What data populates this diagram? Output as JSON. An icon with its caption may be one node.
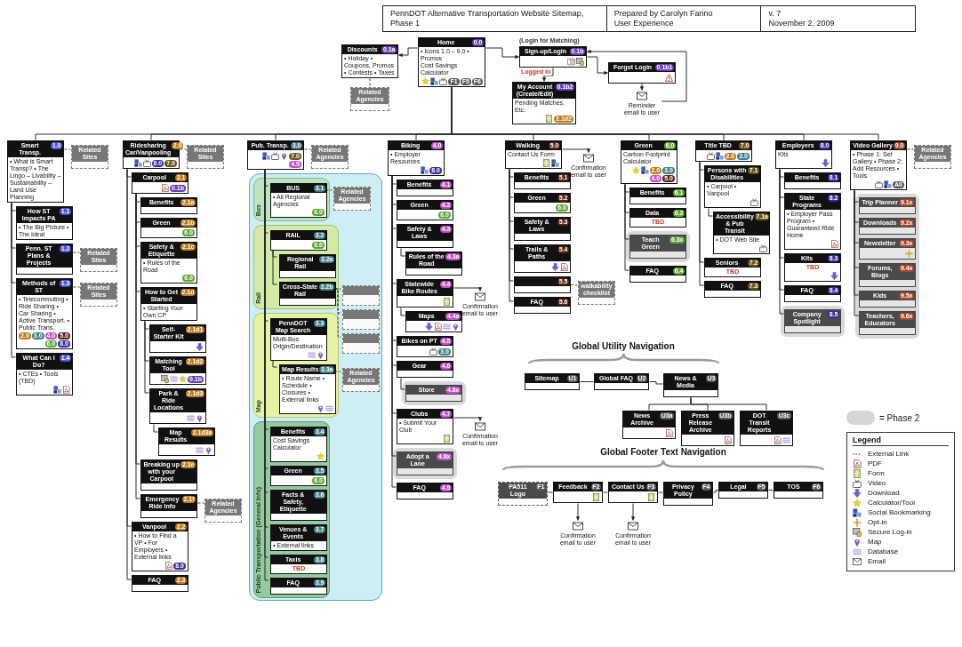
{
  "diagram": {
    "title": "PennDOT Alternative Transportation Website Sitemap, Phase 1",
    "nodes": [
      {
        "text": [
          "Home",
          "0.0",
          "• Icons 1.0 – 9.0 • Promos",
          "Cost Savings Calculator",
          "F1",
          "F5",
          "F6"
        ]
      },
      {
        "text": [
          "Discounts",
          "0.1a",
          "• Holiday • Coupons, Promos • Contests • Taxes"
        ]
      },
      {
        "text": [
          "Related Agencies"
        ]
      },
      {
        "text": [
          "Sign-up/Login",
          "0.1b"
        ],
        "beside": [
          "(Login for Matching)"
        ]
      },
      {
        "text": [
          "Forgot Login",
          "0.1b1"
        ]
      },
      {
        "text": [
          "My Account (Create/Edit)",
          "0.1b2",
          "Pending Matches, Etc.",
          "2.1d2"
        ]
      },
      {
        "text": [
          "Reminder email to user"
        ]
      },
      {
        "text": [
          "Smart Transp.",
          "1.0",
          "• What is Smart Transp? • The Lingo – Livability – Sustainability – Land Use Planning"
        ]
      },
      {
        "text": [
          "Related Sites"
        ]
      },
      {
        "text": [
          "How ST Impacts PA",
          "1.1",
          "• The Big Picture • The Ideal"
        ]
      },
      {
        "text": [
          "Penn. ST Plans & Projects",
          "1.2"
        ]
      },
      {
        "text": [
          "Related Sites"
        ]
      },
      {
        "text": [
          "Methods of ST",
          "1.3",
          "• Telecommuting • Ride Sharing • Car Sharing • Active Transport. • Public Trans.",
          "2.0",
          "3.0",
          "4.0",
          "5.0",
          "6.0",
          "8.0"
        ]
      },
      {
        "text": [
          "Related Sites"
        ]
      },
      {
        "text": [
          "What Can I Do?",
          "1.4",
          "• CTEs • Tools (TBD)"
        ]
      },
      {
        "text": [
          "Ridesharing Car/Vanpooling",
          "2.0",
          "8.0",
          "7.0"
        ]
      },
      {
        "text": [
          "Related Sites"
        ]
      },
      {
        "text": [
          "Carpool",
          "2.1",
          "0.1b"
        ]
      },
      {
        "text": [
          "Benefits",
          "2.1a"
        ]
      },
      {
        "text": [
          "Green",
          "2.1b",
          "6.0"
        ]
      },
      {
        "text": [
          "Safety & Etiquette",
          "2.1c",
          "• Rules of the Road",
          "6.0"
        ]
      },
      {
        "text": [
          "How to Get Started",
          "2.1d",
          "• Starting Your Own CP"
        ]
      },
      {
        "text": [
          "Self-Starter Kit",
          "2.1d1"
        ]
      },
      {
        "text": [
          "Matching Tool",
          "2.1d2",
          "0.1b"
        ]
      },
      {
        "text": [
          "Park & Ride Locations",
          "2.1d3"
        ]
      },
      {
        "text": [
          "Map Results",
          "2.1d3a"
        ]
      },
      {
        "text": [
          "Breaking up with your Carpool",
          "2.1e"
        ]
      },
      {
        "text": [
          "Emergency Ride Info",
          "2.1f"
        ]
      },
      {
        "text": [
          "Related Agencies"
        ]
      },
      {
        "text": [
          "Vanpool",
          "2.2",
          "• How to Find a VP • For Employers • External links",
          "8.0"
        ]
      },
      {
        "text": [
          "FAQ",
          "2.3"
        ]
      },
      {
        "text": [
          "Pub. Transp.",
          "3.0",
          "7.0",
          "4.5"
        ]
      },
      {
        "text": [
          "Related Agencies"
        ]
      },
      {
        "text": [],
        "shape": "band"
      },
      {
        "text": [
          "Bus"
        ],
        "in": 33
      },
      {
        "text": [
          "BUS",
          "3.1",
          "• All Regional Agencies",
          "6.0"
        ],
        "in": 34
      },
      {
        "text": [
          "Related Agencies"
        ],
        "in": 33
      },
      {
        "text": [
          "Rail"
        ],
        "in": 33
      },
      {
        "text": [
          "RAIL",
          "3.2",
          "6.0"
        ],
        "in": 37
      },
      {
        "text": [
          "Regional Rail",
          "3.2a"
        ],
        "in": 37
      },
      {
        "text": [
          "Cross-State Rail",
          "3.2b"
        ],
        "in": 37
      },
      {
        "text": [],
        "shape": "box",
        "in": 33
      },
      {
        "text": [],
        "shape": "box",
        "in": 33
      },
      {
        "text": [],
        "shape": "box",
        "in": 33
      },
      {
        "text": [
          "Map"
        ],
        "in": 33
      },
      {
        "text": [
          "PennDOT Map Search",
          "3.3",
          "Multi-Bus Origin/Destination"
        ],
        "in": 44
      },
      {
        "text": [
          "Map Results",
          "3.3a",
          "• Route Name • Schedule • Closures • External links"
        ],
        "in": 44
      },
      {
        "text": [
          "Related Agencies"
        ],
        "in": 33
      },
      {
        "text": [
          "Public Transportation (General Info)"
        ],
        "in": 33
      },
      {
        "text": [
          "Benefits",
          "3.4",
          "Cost Savings Calculator"
        ],
        "in": 48
      },
      {
        "text": [
          "Green",
          "3.5",
          "6.0"
        ],
        "in": 48
      },
      {
        "text": [
          "Facts & Safety, Etiquette",
          "3.6"
        ],
        "in": 48
      },
      {
        "text": [
          "Venues & Events",
          "3.7",
          "• External links"
        ],
        "in": 48
      },
      {
        "text": [
          "Taxis",
          "3.8",
          "TBD"
        ],
        "in": 48
      },
      {
        "text": [
          "FAQ",
          "3.9"
        ],
        "in": 48
      },
      {
        "text": [
          "Biking",
          "4.0",
          "• Employer Resources",
          "8.0"
        ]
      },
      {
        "text": [
          "Benefits",
          "4.1"
        ]
      },
      {
        "text": [
          "Green",
          "4.2",
          "6.0"
        ]
      },
      {
        "text": [
          "Safety & Laws",
          "4.3"
        ]
      },
      {
        "text": [
          "Rules of the Road",
          "4.3a"
        ]
      },
      {
        "text": [
          "Statewide Bike Routes",
          "4.4"
        ]
      },
      {
        "text": [
          "Confirmation email to user"
        ]
      },
      {
        "text": [
          "Maps",
          "4.4a"
        ]
      },
      {
        "text": [
          "Bikes on PT",
          "4.5",
          "3.0"
        ]
      },
      {
        "text": [
          "Gear",
          "4.6"
        ]
      },
      {
        "text": [],
        "shape": "band"
      },
      {
        "text": [
          "Store",
          "4.6x"
        ],
        "in": 65
      },
      {
        "text": [
          "Clubs",
          "4.7",
          "• Submit Your Club"
        ]
      },
      {
        "text": [
          "Confirmation email to user"
        ]
      },
      {
        "text": [],
        "shape": "band"
      },
      {
        "text": [
          "Adopt a Lane",
          "4.8x"
        ],
        "in": 69
      },
      {
        "text": [
          "FAQ",
          "4.9"
        ]
      },
      {
        "text": [
          "Walking",
          "5.0",
          "Contact Us Form"
        ]
      },
      {
        "text": [
          "Confirmation email to user"
        ]
      },
      {
        "text": [
          "Benefits",
          "5.1"
        ]
      },
      {
        "text": [
          "Green",
          "5.2",
          "6.0"
        ]
      },
      {
        "text": [
          "Safety & Laws",
          "5.3"
        ]
      },
      {
        "text": [
          "Trails & Paths",
          "5.4"
        ]
      },
      {
        "text": [
          "5.5"
        ]
      },
      {
        "text": [
          "walkability checklist"
        ]
      },
      {
        "text": [
          "FAQ",
          "5.6"
        ]
      },
      {
        "text": [
          "Green",
          "6.0",
          "Carbon Footprint Calculator",
          "2.0",
          "3.0",
          "4.0",
          "5.0"
        ]
      },
      {
        "text": [
          "Benefits",
          "6.1"
        ]
      },
      {
        "text": [
          "Data",
          "6.2",
          "TBD"
        ]
      },
      {
        "text": [],
        "shape": "band"
      },
      {
        "text": [
          "Teach Green",
          "6.3x"
        ],
        "in": 84
      },
      {
        "text": [
          "FAQ",
          "6.4"
        ]
      },
      {
        "text": [
          "Title TBD",
          "7.0",
          "2.0",
          "3.0"
        ]
      },
      {
        "text": [
          "Persons with Disabilities",
          "7.1",
          "• Carpool • Vanpool"
        ]
      },
      {
        "text": [
          "Accessibility & Pub Transit",
          "7.1a",
          "• DOT Web Site"
        ]
      },
      {
        "text": [
          "Seniors",
          "7.2",
          "TBD"
        ]
      },
      {
        "text": [
          "FAQ",
          "7.3"
        ]
      },
      {
        "text": [
          "Employers",
          "8.0",
          "Kits"
        ]
      },
      {
        "text": [
          "Benefits",
          "8.1"
        ]
      },
      {
        "text": [
          "State Programs",
          "8.2",
          "• Employer Pass Program • Guaranteed Ride Home"
        ]
      },
      {
        "text": [
          "Kits",
          "8.3",
          "TBD"
        ]
      },
      {
        "text": [
          "FAQ",
          "8.4"
        ]
      },
      {
        "text": [],
        "shape": "band"
      },
      {
        "text": [
          "Company Spotlight",
          "8.5"
        ],
        "in": 97
      },
      {
        "text": [
          "Video Gallery",
          "9.0",
          "• Phase 1: Set Gallery • Phase 2: Add Resources • Tools",
          "All"
        ]
      },
      {
        "text": [
          "Related Agencies"
        ]
      },
      {
        "text": [],
        "shape": "band"
      },
      {
        "text": [
          "Trip Planner",
          "9.1x"
        ],
        "in": 101
      },
      {
        "text": [
          "Downloads",
          "9.2x"
        ],
        "in": 101
      },
      {
        "text": [
          "Newsletter",
          "9.3x"
        ],
        "in": 101
      },
      {
        "text": [
          "Forums, Blogs",
          "9.4x"
        ],
        "in": 101
      },
      {
        "text": [
          "Kids",
          "9.5x"
        ],
        "in": 101
      },
      {
        "text": [
          "Teachers, Educators",
          "9.6x"
        ],
        "in": 101
      },
      {
        "text": [
          "Sitemap",
          "U1"
        ]
      },
      {
        "text": [
          "Global FAQ",
          "U2"
        ]
      },
      {
        "text": [
          "News & Media",
          "U3"
        ]
      },
      {
        "text": [
          "News Archive",
          "U3a"
        ]
      },
      {
        "text": [
          "Press Release Archive",
          "U3b"
        ]
      },
      {
        "text": [
          "DOT Transit Reports",
          "U3c"
        ]
      },
      {
        "text": [
          "PA511 Logo",
          "F1"
        ]
      },
      {
        "text": [
          "Feedback",
          "F2"
        ]
      },
      {
        "text": [
          "Confirmation email to user"
        ]
      },
      {
        "text": [
          "Contact Us",
          "F3"
        ]
      },
      {
        "text": [
          "Confirmation email to user"
        ]
      },
      {
        "text": [
          "Privacy Policy",
          "F4"
        ]
      },
      {
        "text": [
          "Legal",
          "F5"
        ]
      },
      {
        "text": [
          "TOS",
          "F6"
        ]
      }
    ],
    "edges": [
      {
        "from": 0,
        "to": 1,
        "arrow": "to"
      },
      {
        "from": 1,
        "to": 2,
        "arrow": "none",
        "style": "dashed"
      },
      {
        "from": 0,
        "to": 3,
        "arrow": "to"
      },
      {
        "from": 3,
        "to": 4,
        "arrow": "to"
      },
      {
        "from": 4,
        "to": 6,
        "arrow": "to"
      },
      {
        "from": 6,
        "to": 3,
        "arrow": "to"
      },
      {
        "from": 3,
        "to": 5,
        "arrow": "to",
        "label": "Logged In"
      },
      {
        "from": 0,
        "to": 7,
        "arrow": "none"
      },
      {
        "from": 0,
        "to": 15,
        "arrow": "none"
      },
      {
        "from": 0,
        "to": 31,
        "arrow": "none"
      },
      {
        "from": 0,
        "to": 55,
        "arrow": "none"
      },
      {
        "from": 0,
        "to": 72,
        "arrow": "none"
      },
      {
        "from": 0,
        "to": 81,
        "arrow": "none"
      },
      {
        "from": 0,
        "to": 87,
        "arrow": "none"
      },
      {
        "from": 0,
        "to": 92,
        "arrow": "none"
      },
      {
        "from": 0,
        "to": 99,
        "arrow": "none"
      },
      {
        "from": 7,
        "to": 8,
        "arrow": "none",
        "style": "dashed"
      },
      {
        "from": 7,
        "to": 9,
        "arrow": "none"
      },
      {
        "from": 7,
        "to": 10,
        "arrow": "none"
      },
      {
        "from": 10,
        "to": 11,
        "arrow": "none",
        "style": "dashed"
      },
      {
        "from": 7,
        "to": 12,
        "arrow": "none"
      },
      {
        "from": 12,
        "to": 13,
        "arrow": "none",
        "style": "dashed"
      },
      {
        "from": 7,
        "to": 14,
        "arrow": "none"
      },
      {
        "from": 15,
        "to": 16,
        "arrow": "none",
        "style": "dashed"
      },
      {
        "from": 15,
        "to": 17,
        "arrow": "none"
      },
      {
        "from": 17,
        "to": 18,
        "arrow": "none"
      },
      {
        "from": 17,
        "to": 19,
        "arrow": "none"
      },
      {
        "from": 17,
        "to": 20,
        "arrow": "none"
      },
      {
        "from": 17,
        "to": 21,
        "arrow": "none"
      },
      {
        "from": 21,
        "to": 22,
        "arrow": "none"
      },
      {
        "from": 21,
        "to": 23,
        "arrow": "none"
      },
      {
        "from": 21,
        "to": 24,
        "arrow": "none"
      },
      {
        "from": 24,
        "to": 25,
        "arrow": "none"
      },
      {
        "from": 17,
        "to": 26,
        "arrow": "none"
      },
      {
        "from": 17,
        "to": 27,
        "arrow": "none"
      },
      {
        "from": 27,
        "to": 28,
        "arrow": "none",
        "style": "dashed"
      },
      {
        "from": 15,
        "to": 29,
        "arrow": "none"
      },
      {
        "from": 15,
        "to": 30,
        "arrow": "none"
      },
      {
        "from": 31,
        "to": 32,
        "arrow": "none",
        "style": "dashed"
      },
      {
        "from": 31,
        "to": 35,
        "arrow": "none"
      },
      {
        "from": 35,
        "to": 36,
        "arrow": "none",
        "style": "dashed"
      },
      {
        "from": 31,
        "to": 38,
        "arrow": "none"
      },
      {
        "from": 38,
        "to": 39,
        "arrow": "none"
      },
      {
        "from": 38,
        "to": 40,
        "arrow": "none"
      },
      {
        "from": 40,
        "to": 41,
        "arrow": "none",
        "style": "dashed"
      },
      {
        "from": 40,
        "to": 42,
        "arrow": "none",
        "style": "dashed"
      },
      {
        "from": 40,
        "to": 43,
        "arrow": "none",
        "style": "dashed"
      },
      {
        "from": 31,
        "to": 45,
        "arrow": "none"
      },
      {
        "from": 45,
        "to": 46,
        "arrow": "none"
      },
      {
        "from": 46,
        "to": 47,
        "arrow": "none",
        "style": "dashed"
      },
      {
        "from": 31,
        "to": 49,
        "arrow": "none"
      },
      {
        "from": 31,
        "to": 50,
        "arrow": "none"
      },
      {
        "from": 31,
        "to": 51,
        "arrow": "none"
      },
      {
        "from": 31,
        "to": 52,
        "arrow": "none"
      },
      {
        "from": 31,
        "to": 53,
        "arrow": "none"
      },
      {
        "from": 31,
        "to": 54,
        "arrow": "none"
      },
      {
        "from": 55,
        "to": 56,
        "arrow": "none"
      },
      {
        "from": 55,
        "to": 57,
        "arrow": "none"
      },
      {
        "from": 55,
        "to": 58,
        "arrow": "none"
      },
      {
        "from": 58,
        "to": 59,
        "arrow": "none"
      },
      {
        "from": 55,
        "to": 60,
        "arrow": "none"
      },
      {
        "from": 60,
        "to": 61,
        "arrow": "to"
      },
      {
        "from": 60,
        "to": 62,
        "arrow": "none"
      },
      {
        "from": 55,
        "to": 63,
        "arrow": "none"
      },
      {
        "from": 55,
        "to": 64,
        "arrow": "none"
      },
      {
        "from": 64,
        "to": 66,
        "arrow": "none"
      },
      {
        "from": 55,
        "to": 67,
        "arrow": "none"
      },
      {
        "from": 67,
        "to": 68,
        "arrow": "to"
      },
      {
        "from": 55,
        "to": 70,
        "arrow": "none"
      },
      {
        "from": 55,
        "to": 71,
        "arrow": "none"
      },
      {
        "from": 72,
        "to": 73,
        "arrow": "to"
      },
      {
        "from": 72,
        "to": 74,
        "arrow": "none"
      },
      {
        "from": 72,
        "to": 75,
        "arrow": "none"
      },
      {
        "from": 72,
        "to": 76,
        "arrow": "none"
      },
      {
        "from": 72,
        "to": 77,
        "arrow": "none"
      },
      {
        "from": 72,
        "to": 78,
        "arrow": "none"
      },
      {
        "from": 78,
        "to": 79,
        "arrow": "none",
        "style": "dashed"
      },
      {
        "from": 72,
        "to": 80,
        "arrow": "none"
      },
      {
        "from": 81,
        "to": 82,
        "arrow": "none"
      },
      {
        "from": 81,
        "to": 83,
        "arrow": "none"
      },
      {
        "from": 81,
        "to": 85,
        "arrow": "none"
      },
      {
        "from": 81,
        "to": 86,
        "arrow": "none"
      },
      {
        "from": 87,
        "to": 88,
        "arrow": "none"
      },
      {
        "from": 88,
        "to": 89,
        "arrow": "none"
      },
      {
        "from": 87,
        "to": 90,
        "arrow": "none"
      },
      {
        "from": 87,
        "to": 91,
        "arrow": "none"
      },
      {
        "from": 92,
        "to": 93,
        "arrow": "none"
      },
      {
        "from": 92,
        "to": 94,
        "arrow": "none"
      },
      {
        "from": 92,
        "to": 95,
        "arrow": "none"
      },
      {
        "from": 92,
        "to": 96,
        "arrow": "none"
      },
      {
        "from": 92,
        "to": 98,
        "arrow": "none"
      },
      {
        "from": 99,
        "to": 100,
        "arrow": "none",
        "style": "dashed"
      },
      {
        "from": 99,
        "to": 102,
        "arrow": "none"
      },
      {
        "from": 99,
        "to": 103,
        "arrow": "none"
      },
      {
        "from": 99,
        "to": 104,
        "arrow": "none"
      },
      {
        "from": 99,
        "to": 105,
        "arrow": "none"
      },
      {
        "from": 99,
        "to": 106,
        "arrow": "none"
      },
      {
        "from": 99,
        "to": 107,
        "arrow": "none"
      },
      {
        "from": 108,
        "to": 109,
        "arrow": "none"
      },
      {
        "from": 109,
        "to": 110,
        "arrow": "none"
      },
      {
        "from": 110,
        "to": 111,
        "arrow": "none"
      },
      {
        "from": 110,
        "to": 112,
        "arrow": "none"
      },
      {
        "from": 110,
        "to": 113,
        "arrow": "none"
      },
      {
        "from": 114,
        "to": 115,
        "arrow": "none"
      },
      {
        "from": 115,
        "to": 117,
        "arrow": "none"
      },
      {
        "from": 117,
        "to": 119,
        "arrow": "none"
      },
      {
        "from": 119,
        "to": 120,
        "arrow": "none"
      },
      {
        "from": 120,
        "to": 121,
        "arrow": "none"
      },
      {
        "from": 115,
        "to": 116,
        "arrow": "to"
      },
      {
        "from": 117,
        "to": 118,
        "arrow": "to"
      }
    ],
    "labels": [
      "Prepared by Carolyn Farino",
      "User Experience",
      "v. 7",
      "November 2, 2009",
      "Global Utility Navigation",
      "Global Footer Text Navigation",
      "Legend"
    ],
    "legend": [
      {
        "text": "= Phase 2",
        "color": "#d6d6d6"
      },
      {
        "text": "External Link"
      },
      {
        "text": "PDF"
      },
      {
        "text": "Form"
      },
      {
        "text": "Video"
      },
      {
        "text": "Download"
      },
      {
        "text": "Calculator/Tool"
      },
      {
        "text": "Social Bookmarking"
      },
      {
        "text": "Opt-in"
      },
      {
        "text": "Secure Log-in"
      },
      {
        "text": "Map"
      },
      {
        "text": "Database"
      },
      {
        "text": "Email"
      }
    ]
  }
}
